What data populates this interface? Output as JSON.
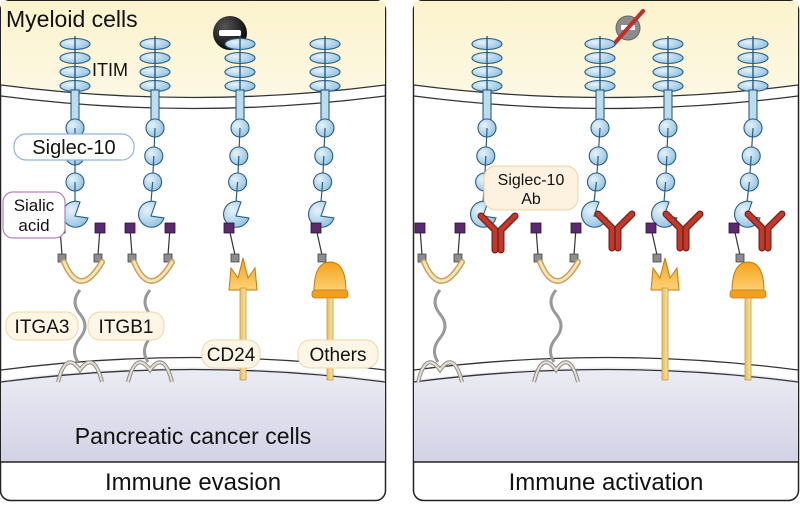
{
  "panels": {
    "left": {
      "top_label": "Myeloid cells",
      "bottom_label": "Pancreatic cancer cells",
      "caption": "Immune evasion",
      "annotations": {
        "itim": "ITIM",
        "siglec10": "Siglec-10",
        "sialic_line1": "Sialic",
        "sialic_line2": "acid"
      },
      "ligands": [
        "ITGA3",
        "ITGB1",
        "CD24",
        "Others"
      ]
    },
    "right": {
      "caption": "Immune activation",
      "antibody_line1": "Siglec-10",
      "antibody_line2": "Ab"
    }
  },
  "icons": [
    "inhibition-minus-icon",
    "blocked-inhibition-icon"
  ],
  "colors": {
    "myeloid_membrane": "#fbf3d2",
    "cancer_cell": "#dcdced",
    "receptor": "#bcdcf0",
    "antibody": "#c0392b",
    "sialic_acid": "#5b2a6e",
    "cd24": "#f0a020"
  }
}
